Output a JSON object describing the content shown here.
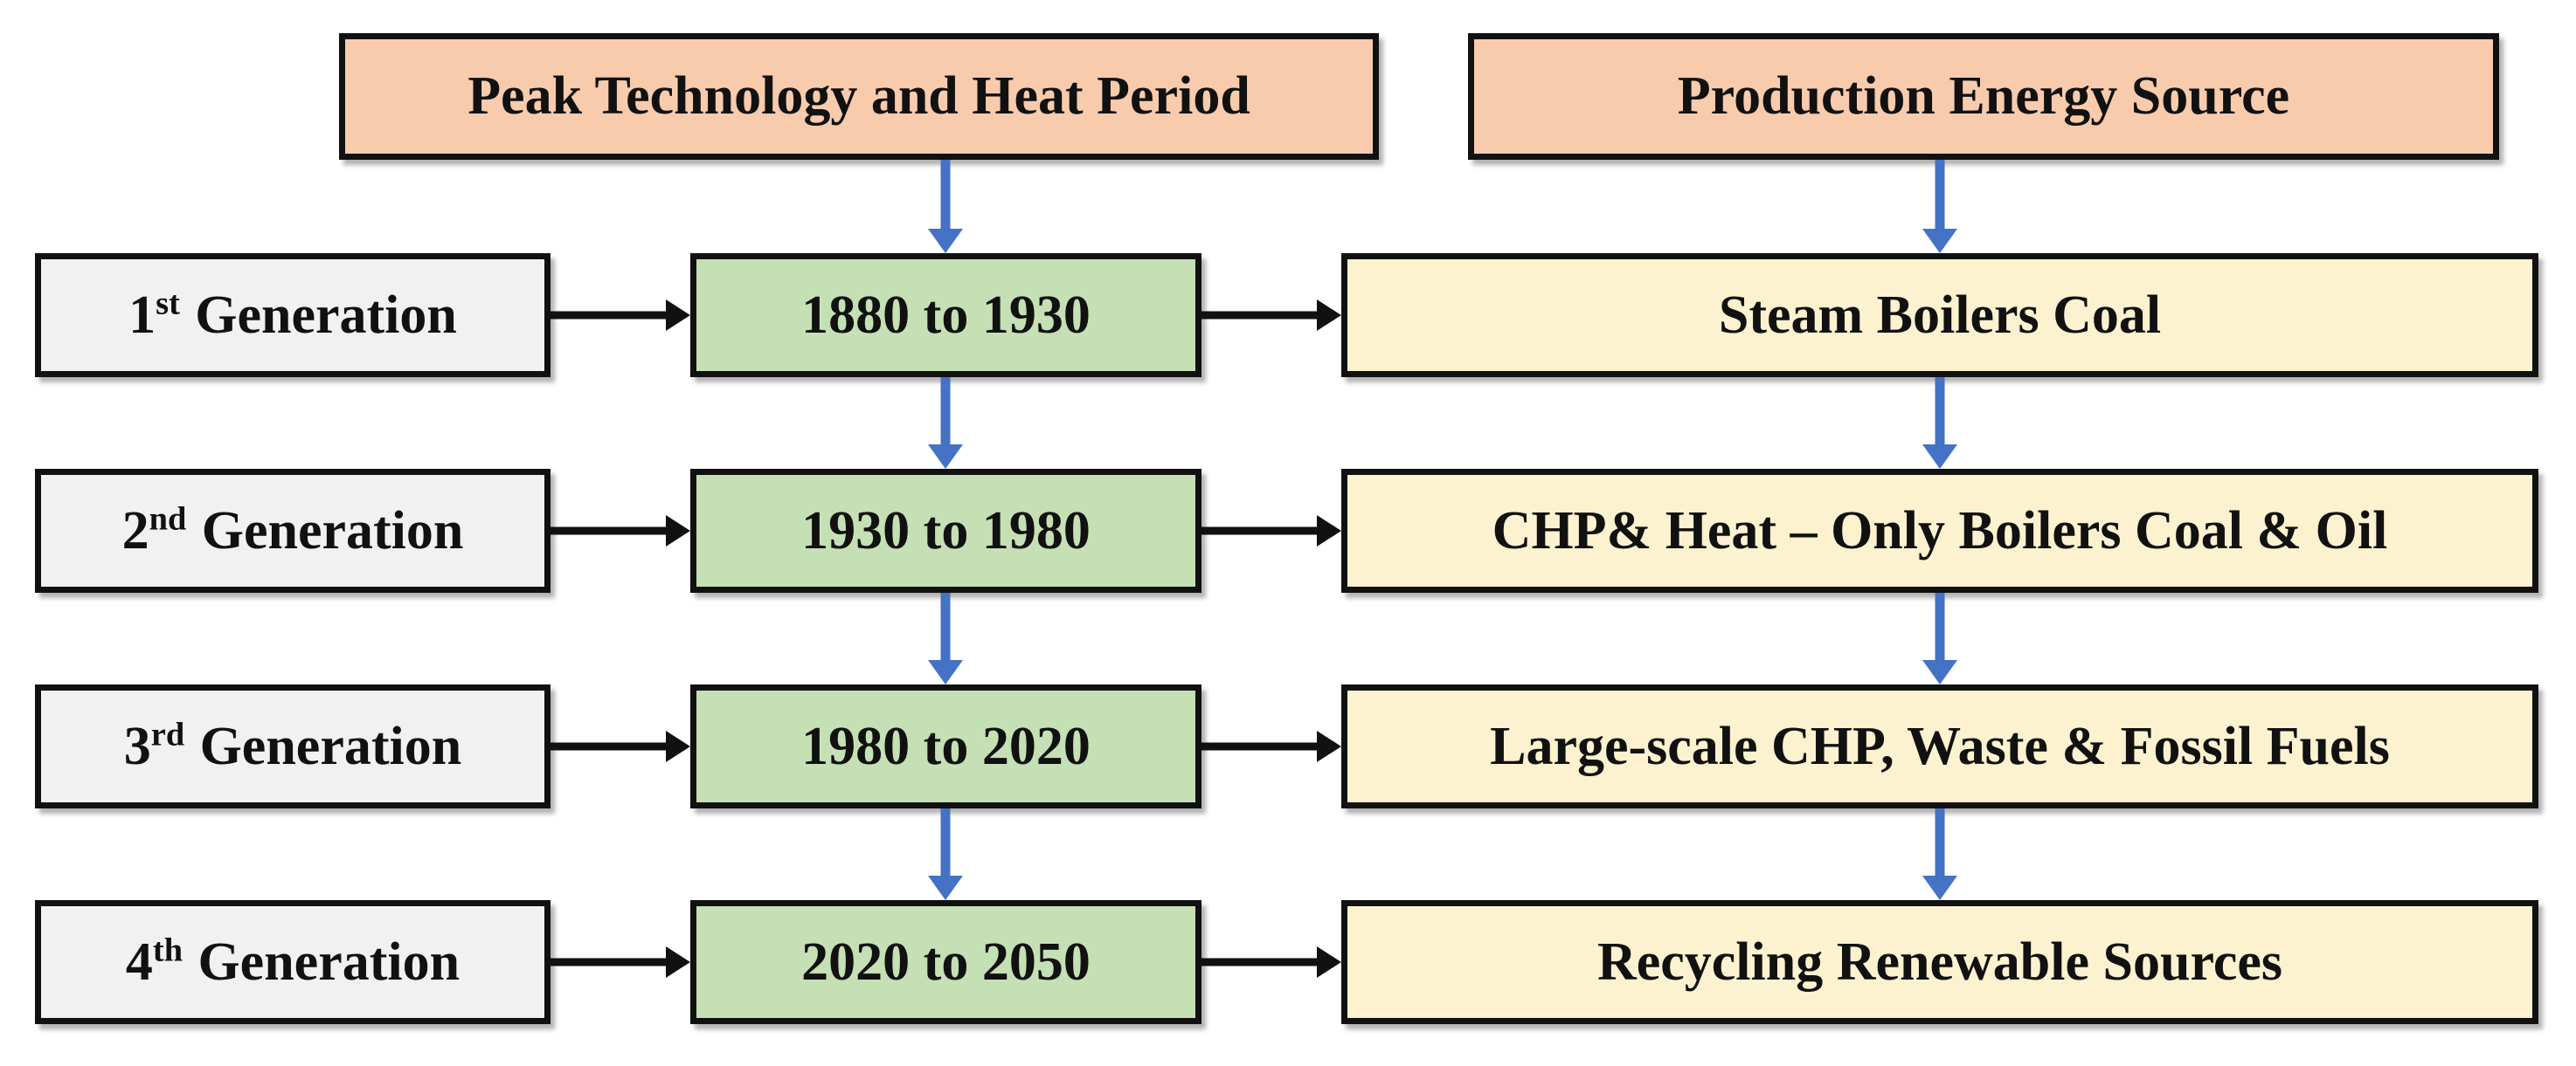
{
  "colors": {
    "peach": "#F8CBAD",
    "green": "#C5E0B4",
    "cream": "#FCF2CF",
    "gray": "#F1F1F1",
    "blue": "#4472C4",
    "line": "#111111"
  },
  "headers": {
    "period": "Peak Technology and Heat Period",
    "source": "Production Energy Source"
  },
  "rows": [
    {
      "gen_num": "1",
      "gen_sup": "st",
      "gen_word": "Generation",
      "period": "1880 to 1930",
      "source": "Steam Boilers Coal"
    },
    {
      "gen_num": "2",
      "gen_sup": "nd",
      "gen_word": "Generation",
      "period": "1930 to 1980",
      "source": "CHP& Heat – Only Boilers Coal & Oil"
    },
    {
      "gen_num": "3",
      "gen_sup": "rd",
      "gen_word": "Generation",
      "period": "1980 to 2020",
      "source": "Large-scale CHP, Waste & Fossil Fuels"
    },
    {
      "gen_num": "4",
      "gen_sup": "th",
      "gen_word": "Generation",
      "period": "2020 to 2050",
      "source": "Recycling Renewable Sources"
    }
  ]
}
